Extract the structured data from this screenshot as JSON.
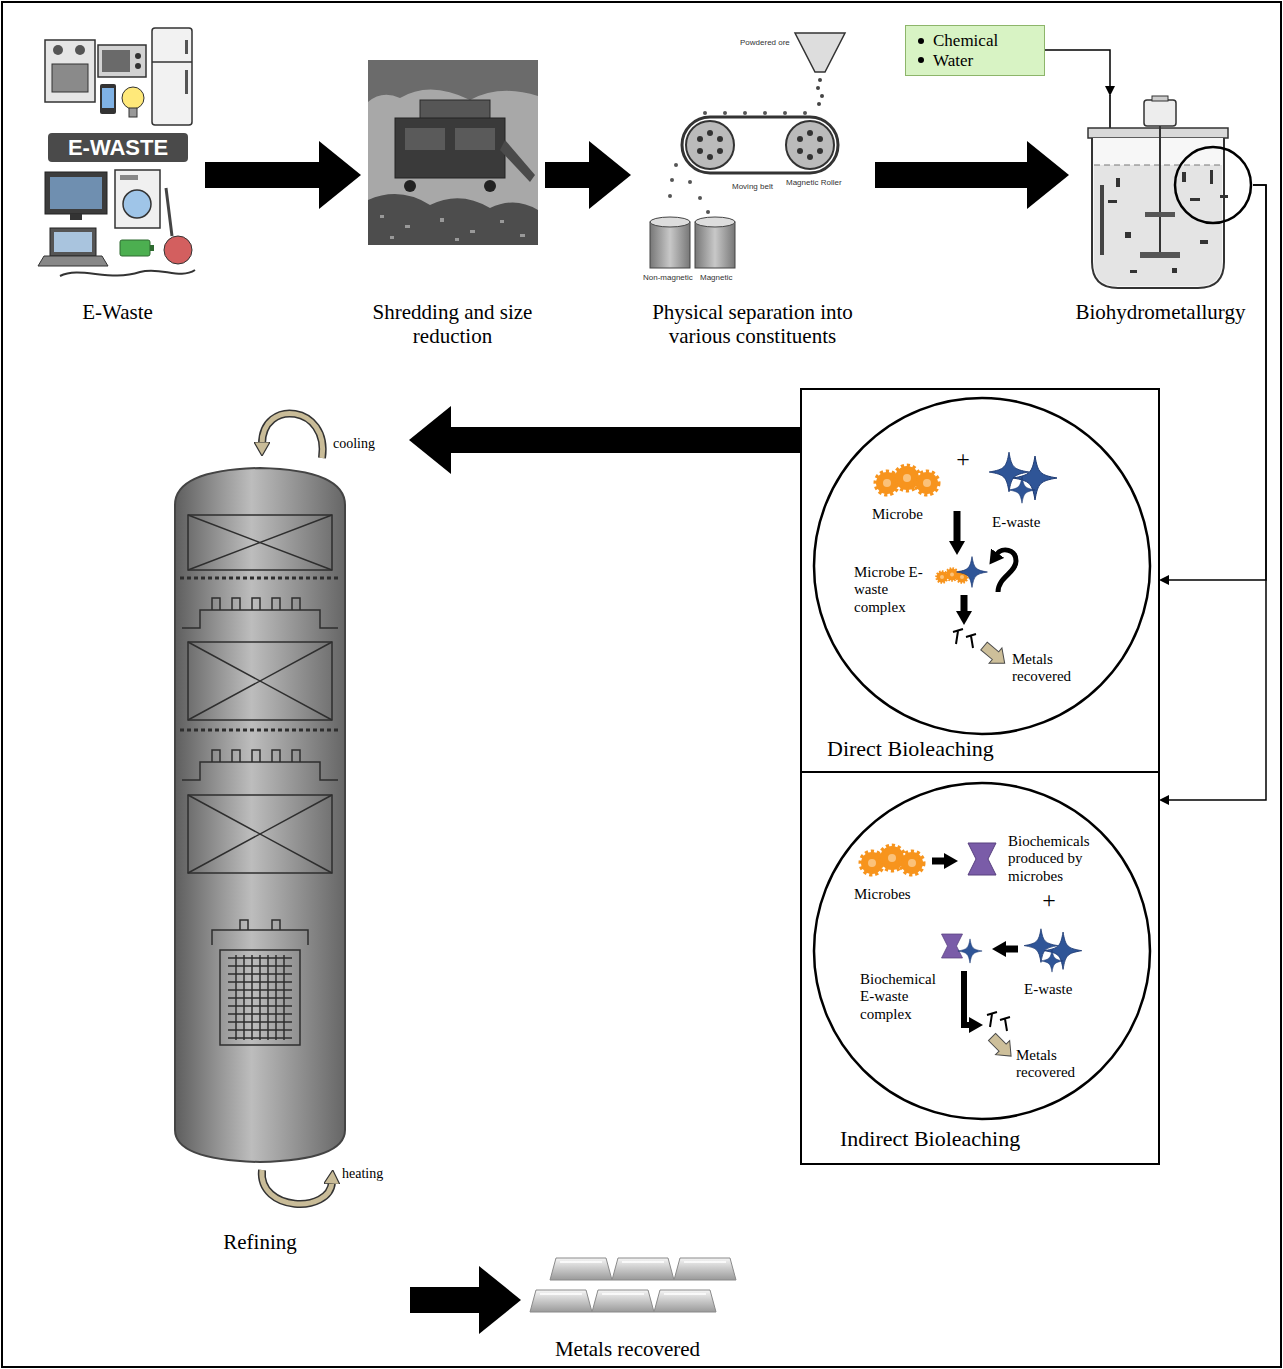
{
  "diagram": {
    "nodes": [
      {
        "text": [
          "E-WASTE",
          "E-Waste"
        ]
      },
      {
        "text": [
          "Shredding and size reduction"
        ]
      },
      {
        "text": [
          "Physical separation into various constituents"
        ]
      },
      {
        "text": [
          "Chemical",
          "Water"
        ]
      },
      {
        "text": [
          "Biohydrometallurgy"
        ]
      },
      {
        "text": [
          "Direct Bioleaching"
        ]
      },
      {
        "text": [
          "+",
          "Microbe",
          "E-waste",
          "Microbe E-waste complex",
          "Metals recovered"
        ],
        "in": 5
      },
      {
        "text": [
          "Indirect Bioleaching"
        ]
      },
      {
        "text": [
          "Biochemicals produced by microbes",
          "Microbes",
          "+",
          "E-waste",
          "Biochemical E-waste complex",
          "Metals recovered"
        ],
        "in": 7
      },
      {
        "text": [
          "Refining"
        ]
      },
      {
        "text": [
          "Metals recovered"
        ]
      }
    ],
    "edges": [
      {
        "from": 0,
        "to": 1,
        "arrow": "to"
      },
      {
        "from": 1,
        "to": 2,
        "arrow": "to"
      },
      {
        "from": 2,
        "to": 4,
        "arrow": "to"
      },
      {
        "from": 3,
        "to": 4,
        "arrow": "to"
      },
      {
        "from": 4,
        "to": 5,
        "arrow": "to"
      },
      {
        "from": 4,
        "to": 7,
        "arrow": "to"
      },
      {
        "from": 5,
        "to": 9,
        "arrow": "to"
      },
      {
        "from": 9,
        "to": 10,
        "arrow": "to"
      }
    ],
    "labels": [
      "Powdered ore",
      "Magnetic Roller",
      "Moving belt",
      "Non-magnetic",
      "Magnetic",
      "cooling",
      "heating"
    ]
  }
}
